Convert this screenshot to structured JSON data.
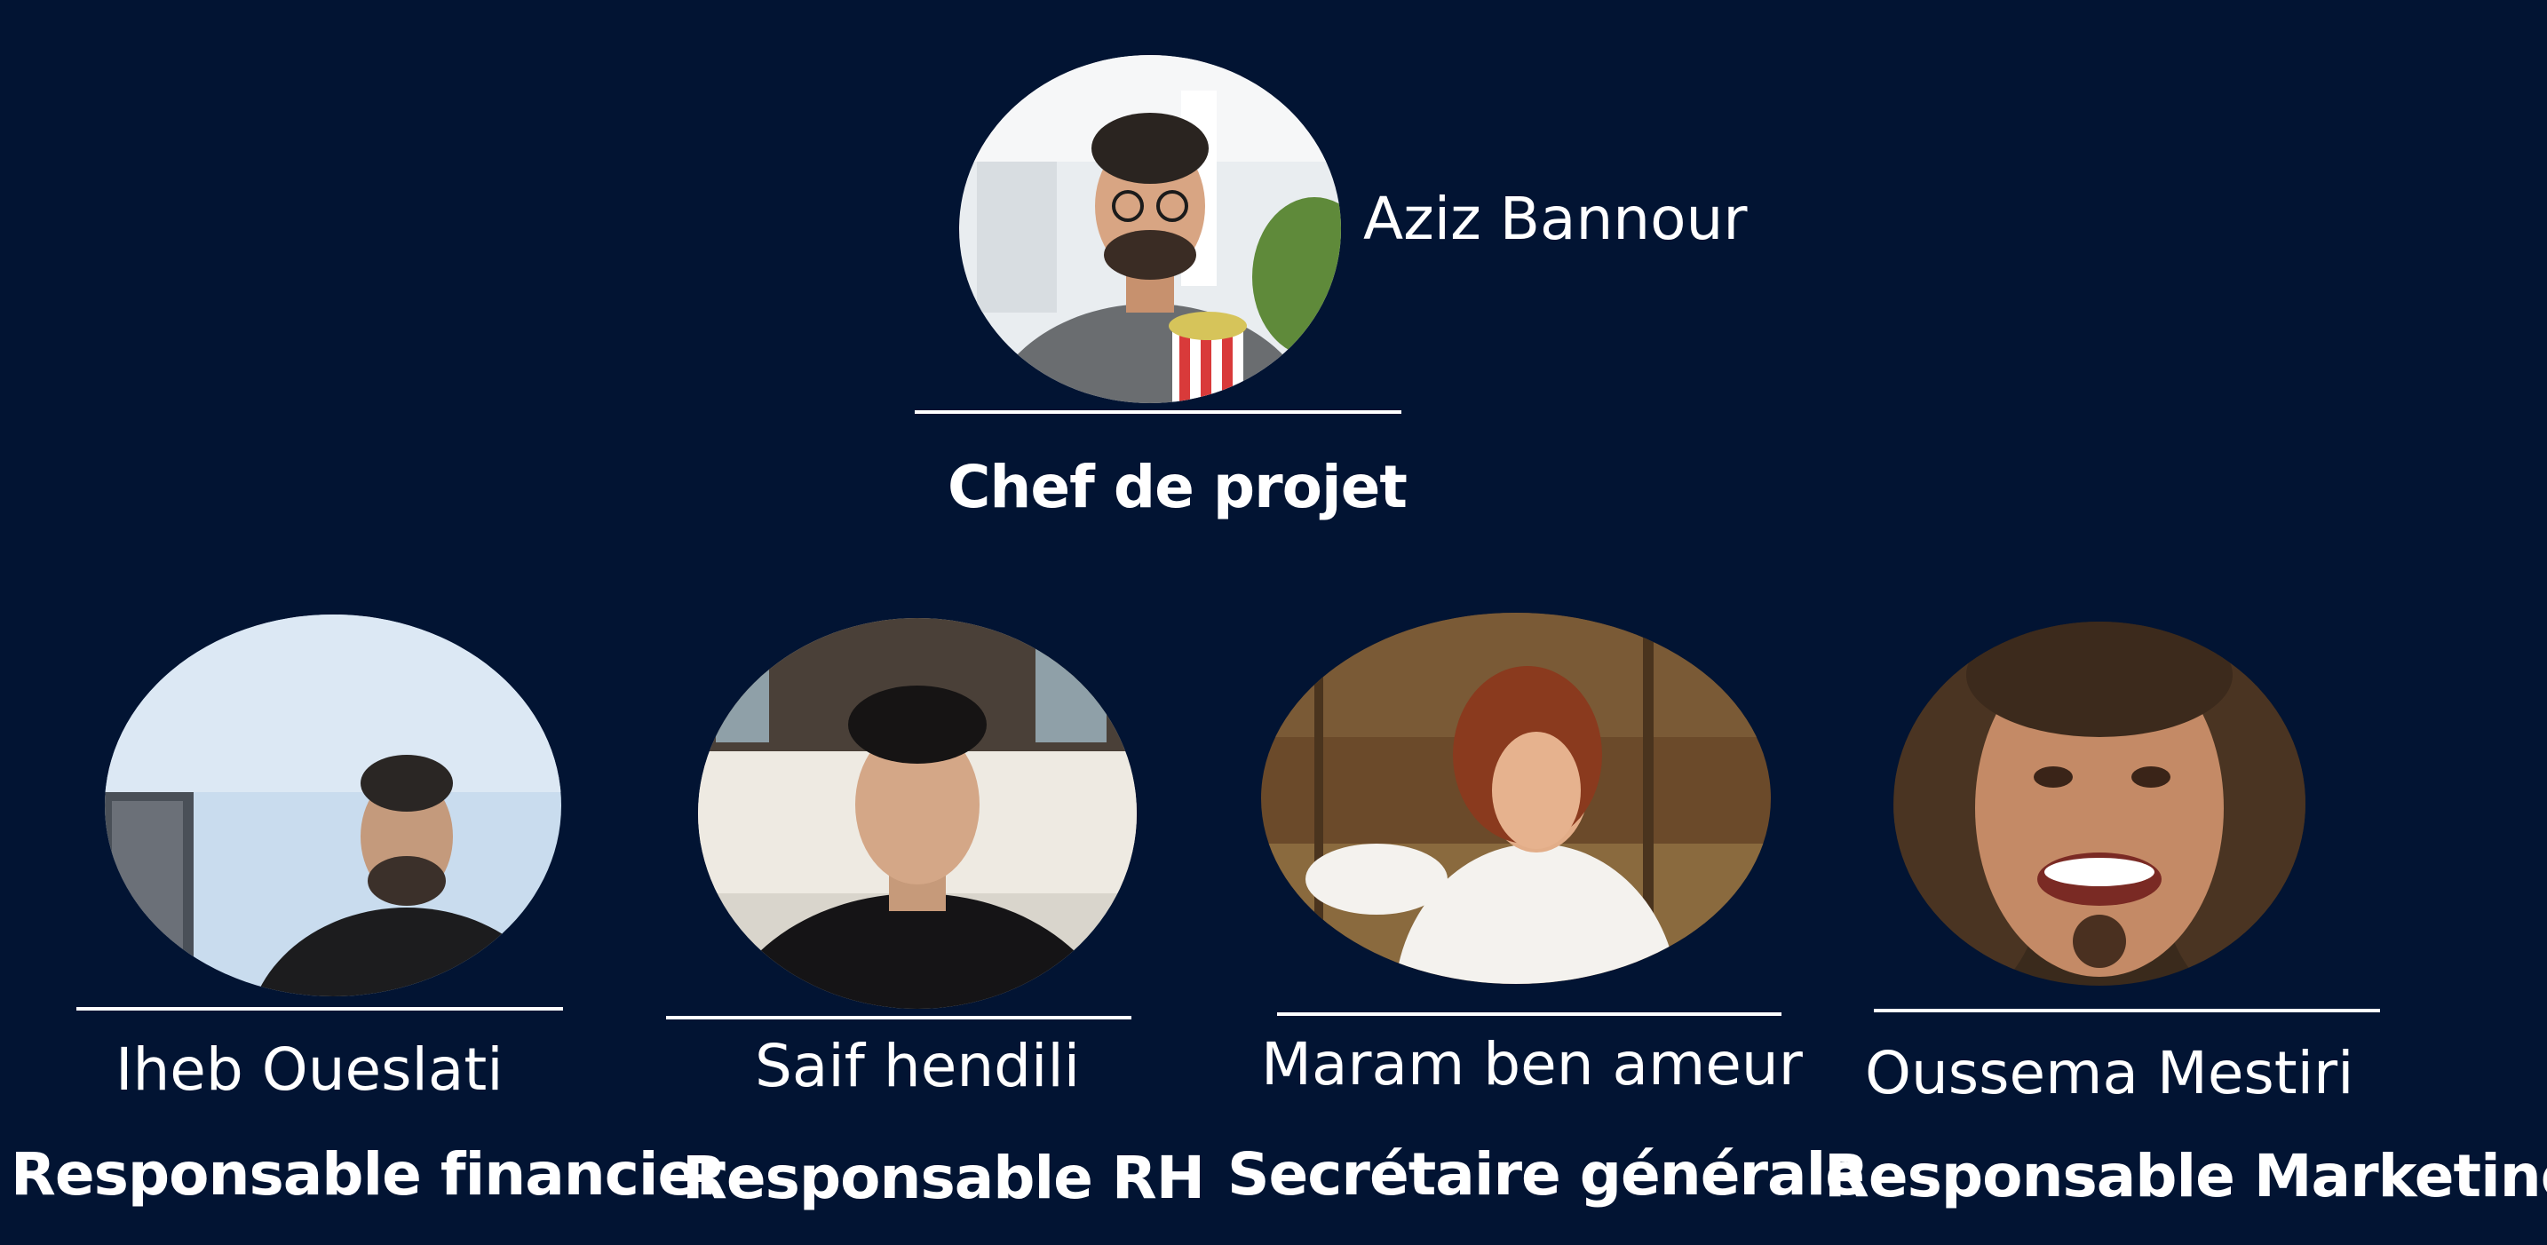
{
  "lead": {
    "name": "Aziz Bannour",
    "role": "Chef de projet"
  },
  "members": [
    {
      "name": "Iheb Oueslati",
      "role": "Responsable financier"
    },
    {
      "name": "Saif hendili",
      "role": "Responsable RH"
    },
    {
      "name": "Maram ben ameur",
      "role": "Secrétaire générale"
    },
    {
      "name": "Oussema Mestiri",
      "role": "Responsable Marketing"
    }
  ],
  "colors": {
    "background": "#021433",
    "text": "#ffffff"
  }
}
